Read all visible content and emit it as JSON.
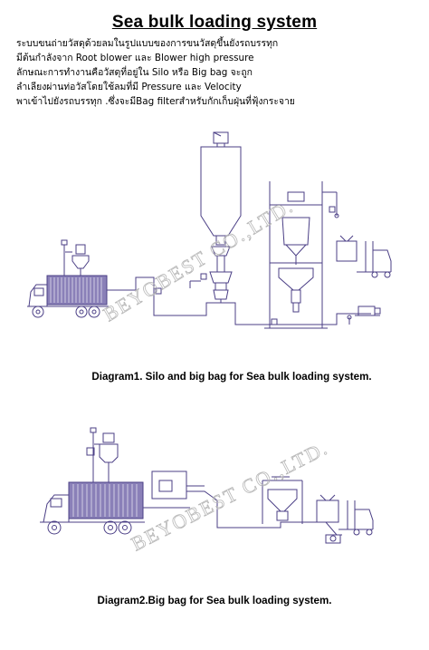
{
  "title": "Sea bulk loading system",
  "description": [
    "ระบบขนถ่ายวัสดุด้วยลมในรูปแบบของการขนวัสดุขึ้นยังรถบรรทุก",
    "มีต้นกำลังจาก Root blower และ Blower high pressure",
    "ลักษณะการทำงานคือวัสดุที่อยู่ใน Silo หรือ Big bag จะถูก",
    "ลำเลียงผ่านท่อวัสโดยใช้ลมที่มี Pressure และ Velocity",
    "พาเข้าไปยังรถบรรทุก .ซึ่งจะมีBag filterสำหรับกักเก็บฝุ่นที่ฟุ้งกระจาย"
  ],
  "diagram1": {
    "caption": "Diagram1. Silo and big bag for Sea bulk loading system.",
    "watermark": "BEYOBEST CO.,LTD."
  },
  "diagram2": {
    "caption": "Diagram2.Big bag for Sea bulk loading system.",
    "watermark": "BEYOBEST CO.,LTD."
  },
  "colors": {
    "line": "#4b3f86",
    "line_light": "#8a80b8",
    "watermark": "#b8b8b8",
    "text": "#000000"
  }
}
